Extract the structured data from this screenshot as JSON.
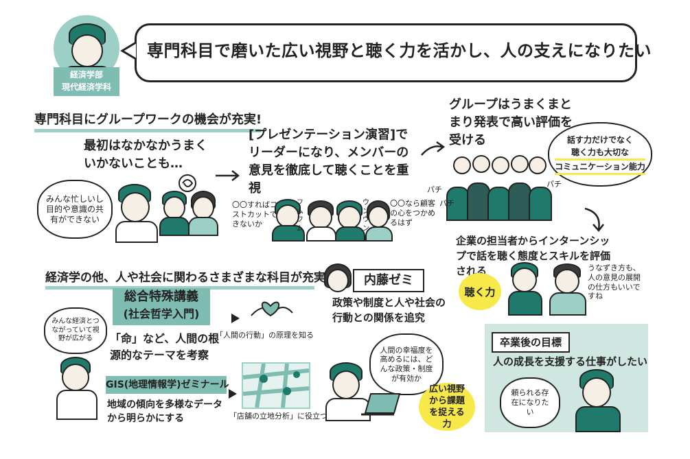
{
  "header": {
    "title": "専門科目で磨いた広い視野と聴く力を活かし、人の支えになりたい",
    "faculty_line1": "経済学部",
    "faculty_line2": "現代経済学科"
  },
  "section1": {
    "heading": "専門科目にグループワークの機会が充実!",
    "early_text": "最初はなかなかうまくいかないことも…",
    "thought_bubble": "みんな忙しいし目的や意識の共有ができない",
    "presentation_text": "[プレゼンテーション演習]でリーダーになり、メンバーの意見を徹底して聴くことを重視",
    "cost_bubble": "〇〇すればコストカットできないか",
    "customer_bubble": "〇〇なら顧客の心をつかめるはず",
    "result_text": "グループはうまくまとまり発表で高い評価を受ける",
    "praise_bubble_line1": "話す力だけでなく",
    "praise_bubble_line2": "聴く力も大切な",
    "praise_bubble_line3": "コミュニケーション能力",
    "clap1": "パチ",
    "clap2": "パチ",
    "clap3": "パチ",
    "mumble1": "フムフム",
    "mumble2": "ウンウン"
  },
  "internship": {
    "text": "企業の担当者からインターンシップで話を聴く態度とスキルを評価される",
    "badge": "聴く力",
    "comment": "うなずき方も、人の意見の展開の仕方もいいですね"
  },
  "section2": {
    "heading": "経済学の他、人や社会に関わるさまざまな科目が充実",
    "thought_bubble": "みんな経済とつながっていて視野が広がる",
    "course1_title": "総合特殊講義",
    "course1_sub": "(社会哲学入門)",
    "course1_desc": "「命」など、人間の根源的なテーマを考察",
    "course1_note": "「人間の行動」の原理を知る",
    "course2_title": "GIS(地理情報学)ゼミナール",
    "course2_desc": "地域の傾向を多様なデータから明らかにする",
    "course2_note": "「店舗の立地分析」に役立つ"
  },
  "seminar": {
    "title": "内藤ゼミ",
    "desc": "政策や制度と人や社会の行動との関係を追究",
    "bubble": "人間の幸福度を高めるには、どんな政策・制度が有効か",
    "badge": "広い視野から課題を捉える力"
  },
  "goal": {
    "label": "卒業後の目標",
    "text": "人の成長を支援する仕事がしたい",
    "bubble": "頼られる存在になりたい"
  },
  "colors": {
    "teal": "#7fbdb3",
    "teal_dark": "#1f7a6c",
    "yellow": "#f7e94a",
    "goal_bg": "#cfe6e1"
  }
}
